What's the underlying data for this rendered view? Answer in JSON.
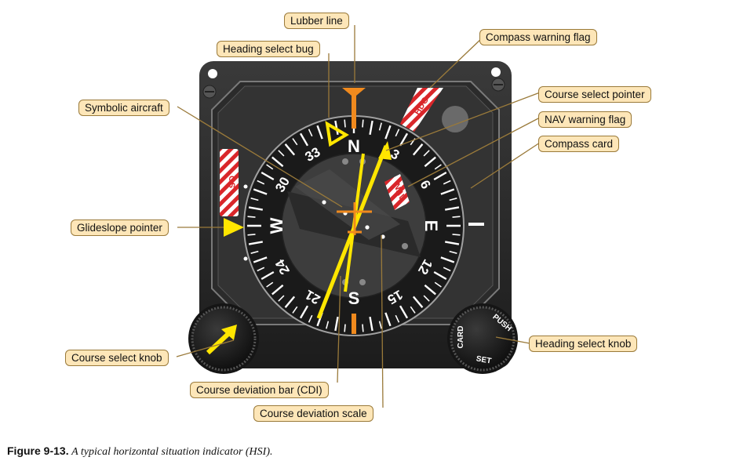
{
  "callouts": {
    "lubber_line": "Lubber line",
    "heading_select_bug": "Heading select bug",
    "compass_warning_flag": "Compass warning flag",
    "symbolic_aircraft": "Symbolic aircraft",
    "course_select_pointer": "Course select pointer",
    "nav_warning_flag": "NAV warning flag",
    "compass_card": "Compass card",
    "glideslope_pointer": "Glideslope pointer",
    "course_select_knob": "Course select knob",
    "heading_select_knob": "Heading select knob",
    "course_deviation_bar": "Course deviation bar (CDI)",
    "course_deviation_scale": "Course deviation scale"
  },
  "compass": {
    "cardinals": [
      "N",
      "E",
      "S",
      "W"
    ],
    "numerals": [
      "3",
      "6",
      "12",
      "15",
      "21",
      "24",
      "30",
      "33"
    ]
  },
  "flags": {
    "hdg": "HDG",
    "nav": "NAV",
    "gs": "GS"
  },
  "knob": {
    "push": "PUSH",
    "card": "CARD",
    "set": "SET"
  },
  "caption": {
    "label": "Figure 9-13.",
    "text": "A typical horizontal situation indicator (HSI)."
  }
}
